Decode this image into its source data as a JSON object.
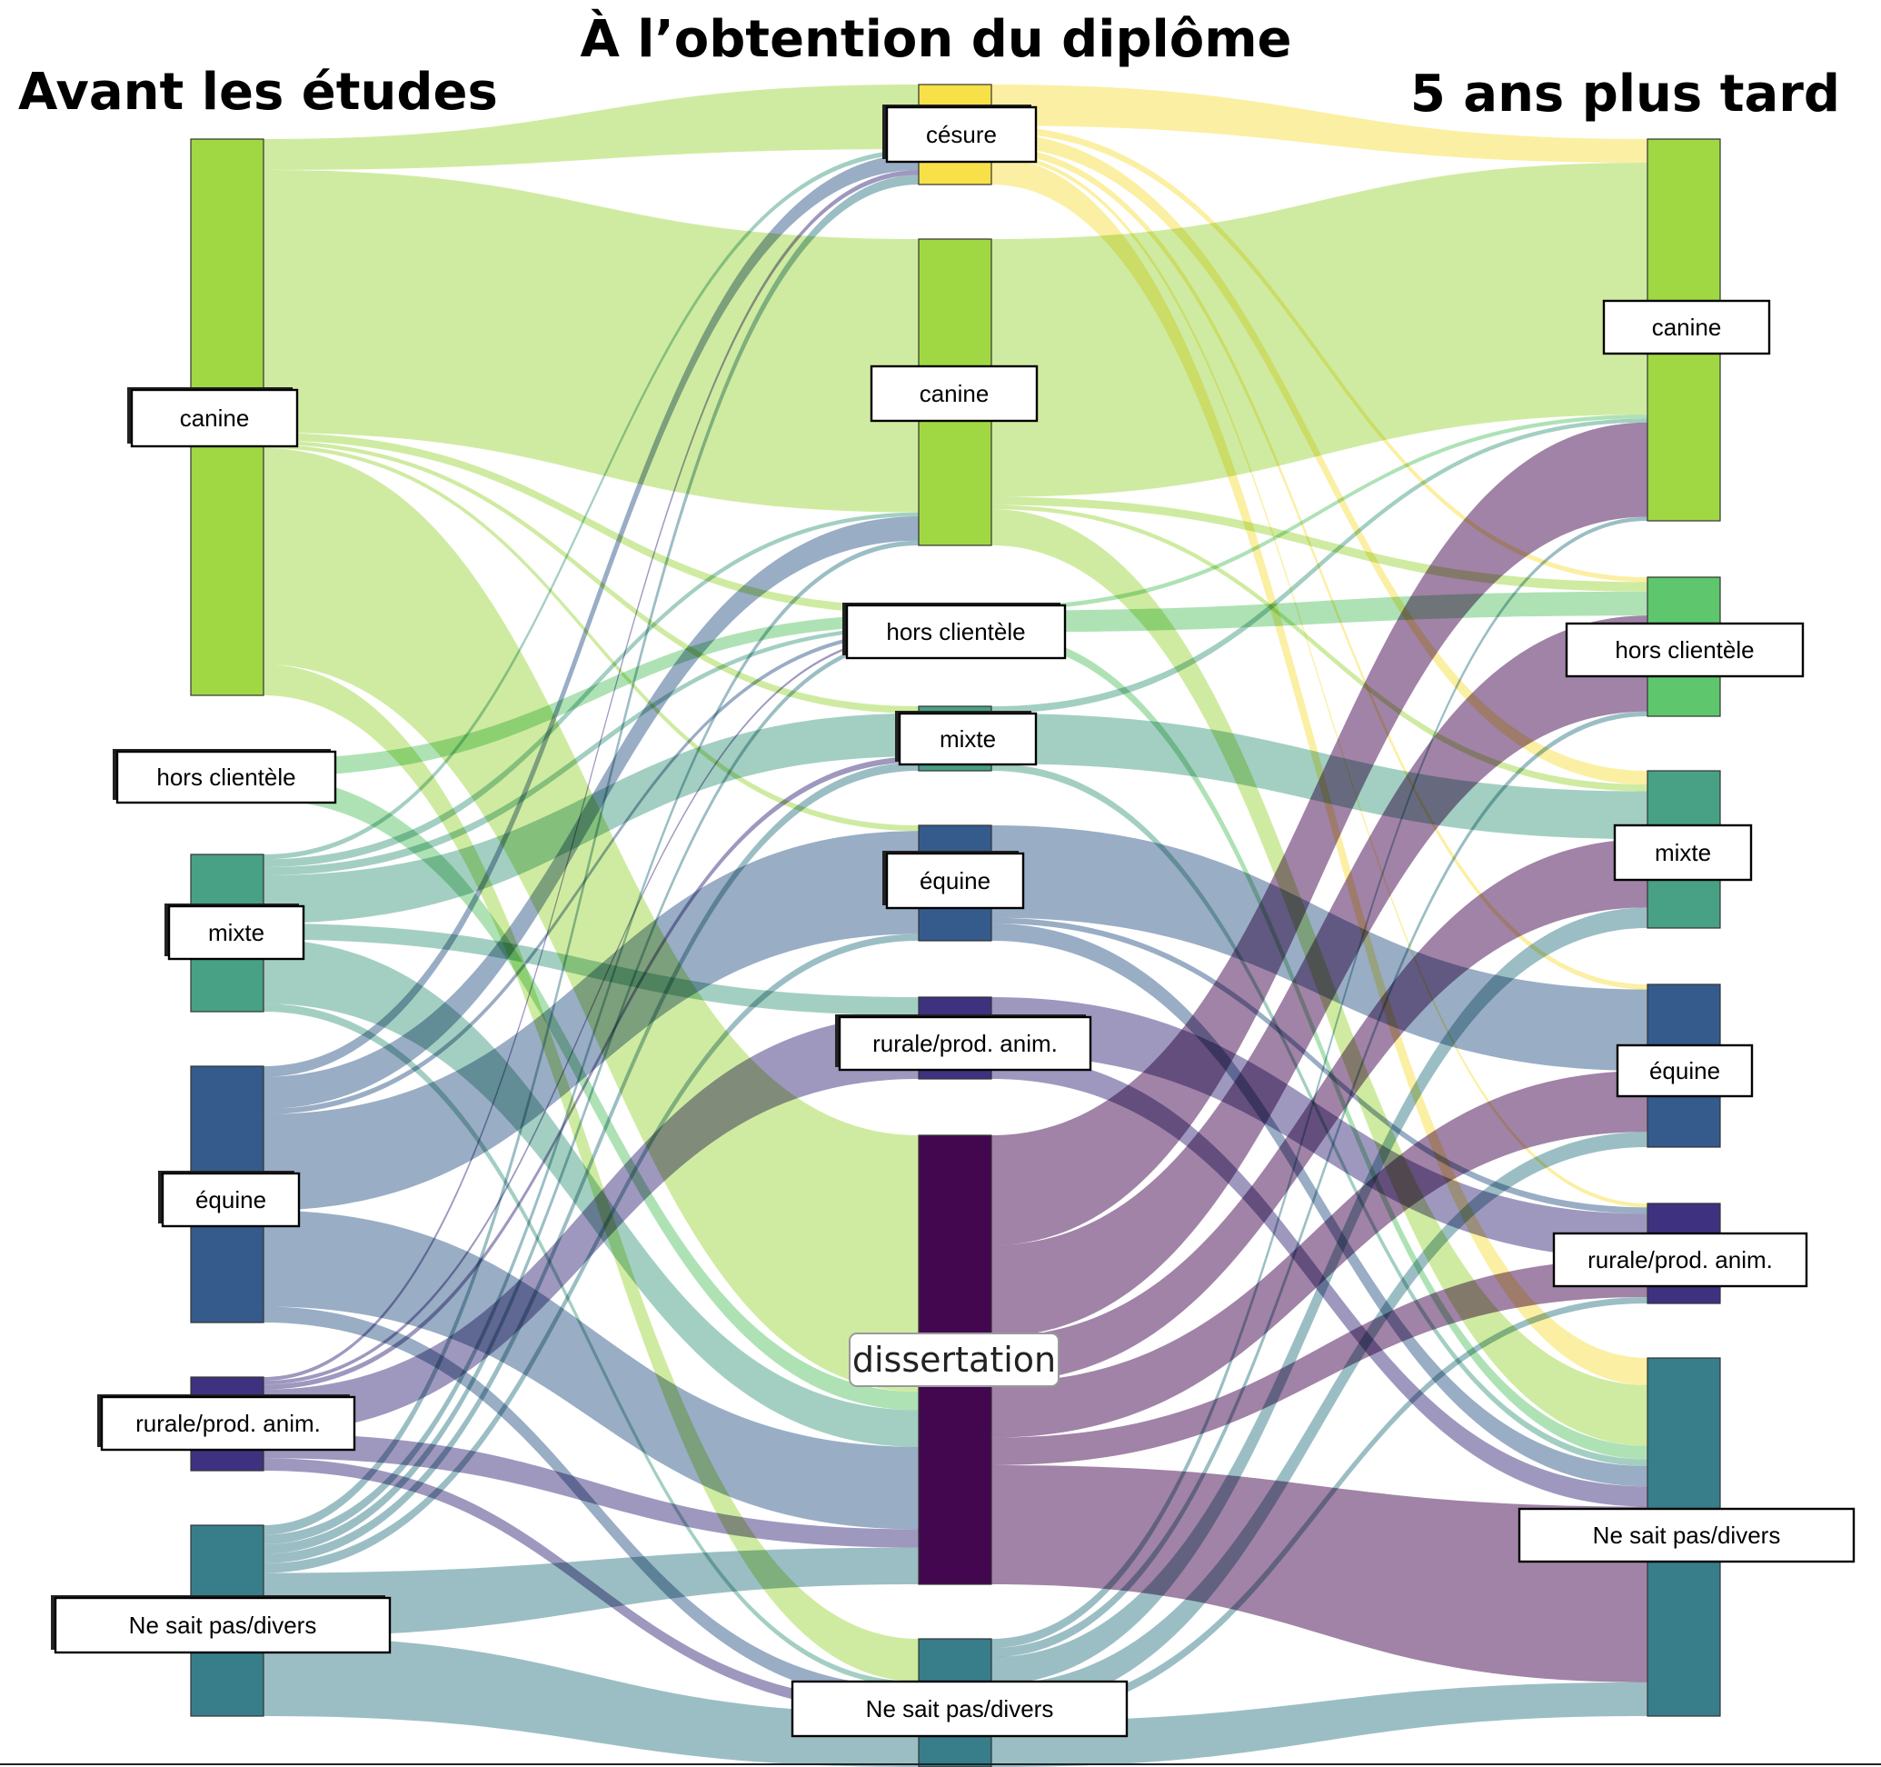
{
  "chart_data": {
    "type": "sankey",
    "columns": [
      {
        "title": "Avant les études",
        "nodes": [
          {
            "id": "L0",
            "label": "canine",
            "color": "#a0d843"
          },
          {
            "id": "L1",
            "label": "hors clientèle",
            "color": ""
          },
          {
            "id": "L2",
            "label": "mixte",
            "color": "#48a085"
          },
          {
            "id": "L3",
            "label": "équine",
            "color": "#345b8c"
          },
          {
            "id": "L4",
            "label": "rurale/prod. anim.",
            "color": "#3e3280"
          },
          {
            "id": "L5",
            "label": "Ne sait pas/divers",
            "color": "#377e8a"
          }
        ]
      },
      {
        "title": "À l’obtention du diplôme",
        "nodes": [
          {
            "id": "M0",
            "label": "césure",
            "color": "#f7e048"
          },
          {
            "id": "M1",
            "label": "canine",
            "color": "#a0d843"
          },
          {
            "id": "M2",
            "label": "hors clientèle",
            "color": "#5ec66c"
          },
          {
            "id": "M3",
            "label": "mixte",
            "color": "#48a085"
          },
          {
            "id": "M4",
            "label": "équine",
            "color": "#345b8c"
          },
          {
            "id": "M5",
            "label": "rurale/prod. anim.",
            "color": "#3e3280"
          },
          {
            "id": "M6",
            "label": "dissertation",
            "color": "#43074f"
          },
          {
            "id": "M7",
            "label": "Ne sait pas/divers",
            "color": "#377e8a"
          }
        ]
      },
      {
        "title": "5 ans plus tard",
        "nodes": [
          {
            "id": "R0",
            "label": "canine",
            "color": "#a0d843"
          },
          {
            "id": "R1",
            "label": "hors clientèle",
            "color": "#5ec66c"
          },
          {
            "id": "R2",
            "label": "mixte",
            "color": "#48a085"
          },
          {
            "id": "R3",
            "label": "équine",
            "color": "#345b8c"
          },
          {
            "id": "R4",
            "label": "rurale/prod. anim.",
            "color": "#3e3280"
          },
          {
            "id": "R5",
            "label": "Ne sait pas/divers",
            "color": "#377e8a"
          }
        ]
      }
    ],
    "links": [
      {
        "source": "L0",
        "target": "M0",
        "value": 4,
        "color": "#a0d843"
      },
      {
        "source": "L0",
        "target": "M1",
        "value": 34,
        "color": "#a0d843"
      },
      {
        "source": "L0",
        "target": "M2",
        "value": 1,
        "color": "#a0d843"
      },
      {
        "source": "L0",
        "target": "M3",
        "value": 0.5,
        "color": "#a0d843"
      },
      {
        "source": "L0",
        "target": "M4",
        "value": 0.5,
        "color": "#a0d843"
      },
      {
        "source": "L0",
        "target": "M6",
        "value": 28,
        "color": "#a0d843"
      },
      {
        "source": "L0",
        "target": "M7",
        "value": 4,
        "color": "#a0d843"
      },
      {
        "source": "L1",
        "target": "M2",
        "value": 1.5,
        "color": "#5ec66c"
      },
      {
        "source": "L1",
        "target": "M6",
        "value": 2,
        "color": "#5ec66c"
      },
      {
        "source": "L2",
        "target": "M0",
        "value": 0.3,
        "color": "#48a085"
      },
      {
        "source": "L2",
        "target": "M1",
        "value": 0.5,
        "color": "#48a085"
      },
      {
        "source": "L2",
        "target": "M2",
        "value": 0.5,
        "color": "#48a085"
      },
      {
        "source": "L2",
        "target": "M3",
        "value": 3,
        "color": "#48a085"
      },
      {
        "source": "L2",
        "target": "M5",
        "value": 1,
        "color": "#48a085"
      },
      {
        "source": "L2",
        "target": "M6",
        "value": 4,
        "color": "#48a085"
      },
      {
        "source": "L2",
        "target": "M7",
        "value": 0.5,
        "color": "#48a085"
      },
      {
        "source": "L3",
        "target": "M0",
        "value": 1,
        "color": "#345b8c"
      },
      {
        "source": "L3",
        "target": "M1",
        "value": 3,
        "color": "#345b8c"
      },
      {
        "source": "L3",
        "target": "M2",
        "value": 0.5,
        "color": "#345b8c"
      },
      {
        "source": "L3",
        "target": "M4",
        "value": 9,
        "color": "#345b8c"
      },
      {
        "source": "L3",
        "target": "M6",
        "value": 9,
        "color": "#345b8c"
      },
      {
        "source": "L3",
        "target": "M7",
        "value": 1.5,
        "color": "#345b8c"
      },
      {
        "source": "L4",
        "target": "M0",
        "value": 0.3,
        "color": "#3e3280"
      },
      {
        "source": "L4",
        "target": "M2",
        "value": 0.3,
        "color": "#3e3280"
      },
      {
        "source": "L4",
        "target": "M3",
        "value": 0.4,
        "color": "#3e3280"
      },
      {
        "source": "L4",
        "target": "M5",
        "value": 3.5,
        "color": "#3e3280"
      },
      {
        "source": "L4",
        "target": "M6",
        "value": 2,
        "color": "#3e3280"
      },
      {
        "source": "L4",
        "target": "M7",
        "value": 1,
        "color": "#3e3280"
      },
      {
        "source": "L5",
        "target": "M0",
        "value": 0.6,
        "color": "#377e8a"
      },
      {
        "source": "L5",
        "target": "M1",
        "value": 0.6,
        "color": "#377e8a"
      },
      {
        "source": "L5",
        "target": "M2",
        "value": 0.6,
        "color": "#377e8a"
      },
      {
        "source": "L5",
        "target": "M3",
        "value": 0.6,
        "color": "#377e8a"
      },
      {
        "source": "L5",
        "target": "M4",
        "value": 0.6,
        "color": "#377e8a"
      },
      {
        "source": "L5",
        "target": "M6",
        "value": 4,
        "color": "#377e8a"
      },
      {
        "source": "L5",
        "target": "M7",
        "value": 5,
        "color": "#377e8a"
      },
      {
        "source": "M0",
        "target": "R0",
        "value": 3,
        "color": "#f7e048"
      },
      {
        "source": "M0",
        "target": "R1",
        "value": 0.5,
        "color": "#f7e048"
      },
      {
        "source": "M0",
        "target": "R2",
        "value": 1,
        "color": "#f7e048"
      },
      {
        "source": "M0",
        "target": "R3",
        "value": 0.5,
        "color": "#f7e048"
      },
      {
        "source": "M0",
        "target": "R4",
        "value": 0.3,
        "color": "#f7e048"
      },
      {
        "source": "M0",
        "target": "R5",
        "value": 2,
        "color": "#f7e048"
      },
      {
        "source": "M1",
        "target": "R0",
        "value": 32,
        "color": "#a0d843"
      },
      {
        "source": "M1",
        "target": "R1",
        "value": 1,
        "color": "#a0d843"
      },
      {
        "source": "M1",
        "target": "R2",
        "value": 0.5,
        "color": "#a0d843"
      },
      {
        "source": "M1",
        "target": "R5",
        "value": 4.5,
        "color": "#a0d843"
      },
      {
        "source": "M2",
        "target": "R0",
        "value": 0.5,
        "color": "#5ec66c"
      },
      {
        "source": "M2",
        "target": "R1",
        "value": 2.5,
        "color": "#5ec66c"
      },
      {
        "source": "M2",
        "target": "R5",
        "value": 1,
        "color": "#5ec66c"
      },
      {
        "source": "M3",
        "target": "R0",
        "value": 0.5,
        "color": "#48a085"
      },
      {
        "source": "M3",
        "target": "R2",
        "value": 3.5,
        "color": "#48a085"
      },
      {
        "source": "M3",
        "target": "R5",
        "value": 0.5,
        "color": "#48a085"
      },
      {
        "source": "M4",
        "target": "R3",
        "value": 8,
        "color": "#345b8c"
      },
      {
        "source": "M4",
        "target": "R4",
        "value": 0.5,
        "color": "#345b8c"
      },
      {
        "source": "M4",
        "target": "R5",
        "value": 1.5,
        "color": "#345b8c"
      },
      {
        "source": "M5",
        "target": "R4",
        "value": 3.5,
        "color": "#3e3280"
      },
      {
        "source": "M5",
        "target": "R5",
        "value": 1.5,
        "color": "#3e3280"
      },
      {
        "source": "M6",
        "target": "R0",
        "value": 12,
        "color": "#43074f"
      },
      {
        "source": "M6",
        "target": "R1",
        "value": 10,
        "color": "#43074f"
      },
      {
        "source": "M6",
        "target": "R2",
        "value": 5,
        "color": "#43074f"
      },
      {
        "source": "M6",
        "target": "R3",
        "value": 6,
        "color": "#43074f"
      },
      {
        "source": "M6",
        "target": "R4",
        "value": 3,
        "color": "#43074f"
      },
      {
        "source": "M6",
        "target": "R5",
        "value": 13,
        "color": "#43074f"
      },
      {
        "source": "M7",
        "target": "R0",
        "value": 0.5,
        "color": "#377e8a"
      },
      {
        "source": "M7",
        "target": "R1",
        "value": 0.5,
        "color": "#377e8a"
      },
      {
        "source": "M7",
        "target": "R2",
        "value": 1.5,
        "color": "#377e8a"
      },
      {
        "source": "M7",
        "target": "R3",
        "value": 1.5,
        "color": "#377e8a"
      },
      {
        "source": "M7",
        "target": "R4",
        "value": 0.5,
        "color": "#377e8a"
      },
      {
        "source": "M7",
        "target": "R5",
        "value": 2.5,
        "color": "#377e8a"
      }
    ]
  }
}
